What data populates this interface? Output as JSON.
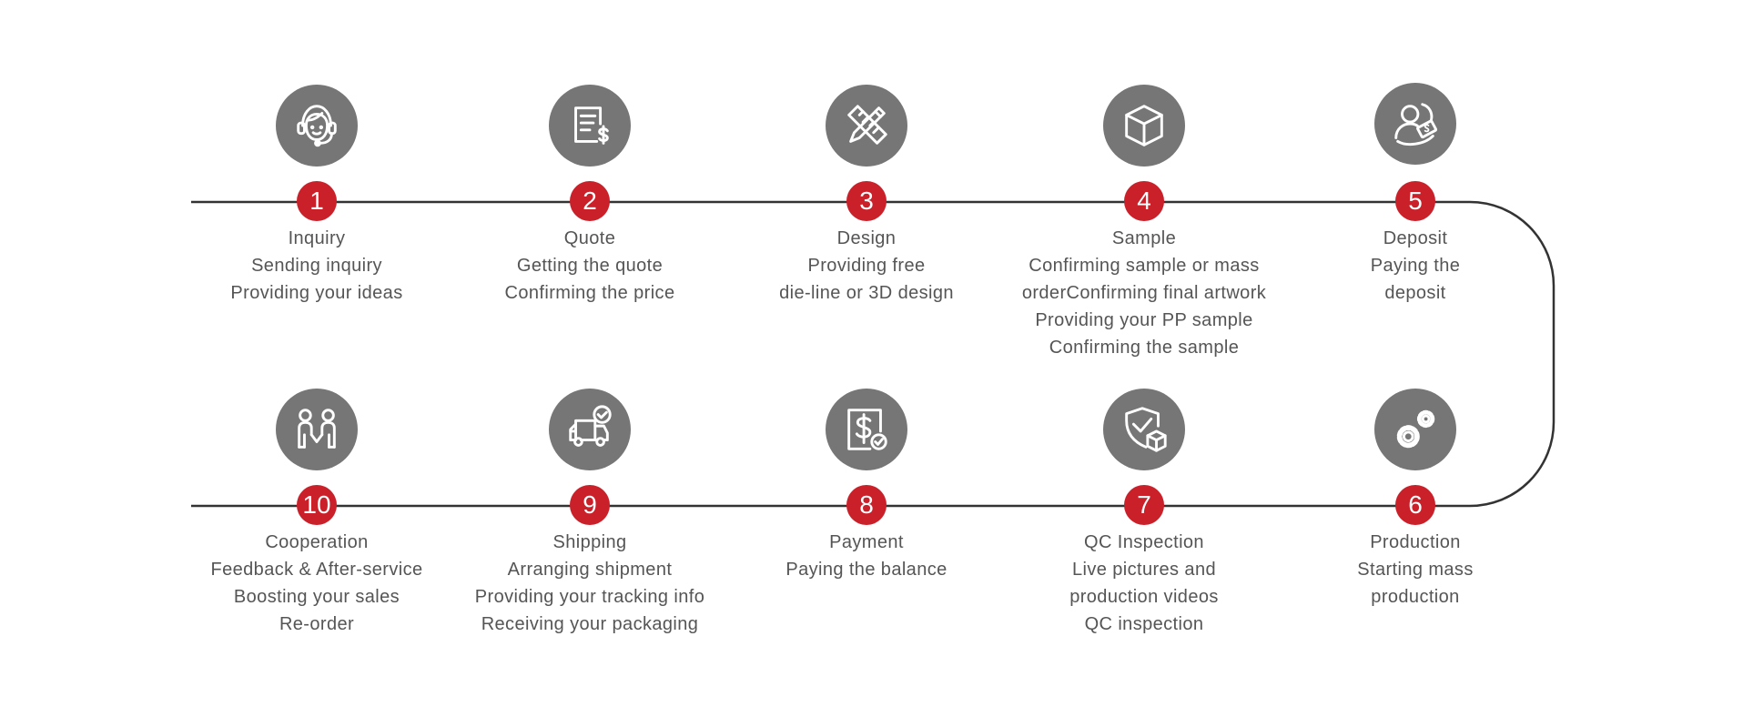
{
  "colors": {
    "icon_bg": "#767676",
    "badge": "#c9202a",
    "line": "#333333",
    "text": "#555555"
  },
  "steps": [
    {
      "number": "1",
      "icon": "headset-person-icon",
      "lines": [
        "Inquiry",
        "Sending inquiry",
        "Providing your ideas"
      ]
    },
    {
      "number": "2",
      "icon": "document-dollar-icon",
      "lines": [
        "Quote",
        "Getting the quote",
        "Confirming the price"
      ]
    },
    {
      "number": "3",
      "icon": "pencil-ruler-icon",
      "lines": [
        "Design",
        "Providing free",
        "die-line or 3D design"
      ]
    },
    {
      "number": "4",
      "icon": "cube-box-icon",
      "lines": [
        "Sample",
        "Confirming sample or mass",
        "orderConfirming final artwork",
        "Providing your PP sample",
        "Confirming the sample"
      ]
    },
    {
      "number": "5",
      "icon": "person-money-icon",
      "lines": [
        "Deposit",
        "Paying the",
        "deposit"
      ]
    },
    {
      "number": "6",
      "icon": "gears-icon",
      "lines": [
        "Production",
        "Starting mass",
        "production"
      ]
    },
    {
      "number": "7",
      "icon": "shield-check-box-icon",
      "lines": [
        "QC Inspection",
        "Live pictures and",
        "production videos",
        "QC inspection"
      ]
    },
    {
      "number": "8",
      "icon": "dollar-check-icon",
      "lines": [
        "Payment",
        "Paying the balance"
      ]
    },
    {
      "number": "9",
      "icon": "truck-check-icon",
      "lines": [
        "Shipping",
        "Arranging shipment",
        "Providing your tracking info",
        "Receiving your packaging"
      ]
    },
    {
      "number": "10",
      "icon": "handshake-people-icon",
      "lines": [
        "Cooperation",
        "Feedback & After-service",
        "Boosting your sales",
        "Re-order"
      ]
    }
  ]
}
